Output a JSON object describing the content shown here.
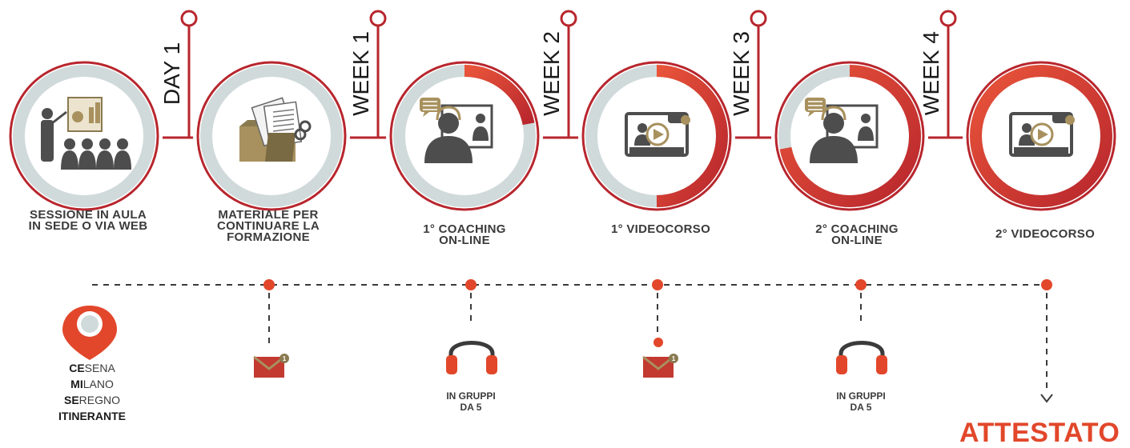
{
  "colors": {
    "accent_red": "#e2472b",
    "dark_red": "#b8262d",
    "grey_ring": "#d1dadb",
    "dark_grey": "#4d4d4d",
    "gold": "#a8915e"
  },
  "steps": [
    {
      "label_lines": [
        "SESSIONE IN AULA",
        "IN SEDE O VIA WEB"
      ],
      "progress": 0,
      "icon": "classroom-presentation-icon"
    },
    {
      "label_lines": [
        "MATERIALE PER",
        "CONTINUARE LA",
        "FORMAZIONE"
      ],
      "progress": 0,
      "icon": "folder-documents-icon"
    },
    {
      "label_lines": [
        "1° COACHING",
        "ON-LINE"
      ],
      "progress": 0.22,
      "icon": "coaching-headset-icon"
    },
    {
      "label_lines": [
        "1° VIDEOCORSO"
      ],
      "progress": 0.5,
      "icon": "video-player-icon"
    },
    {
      "label_lines": [
        "2° COACHING",
        "ON-LINE"
      ],
      "progress": 0.72,
      "icon": "coaching-headset-icon"
    },
    {
      "label_lines": [
        "2° VIDEOCORSO"
      ],
      "progress": 1,
      "icon": "video-player-icon"
    }
  ],
  "milestones": [
    "DAY 1",
    "WEEK 1",
    "WEEK 2",
    "WEEK 3",
    "WEEK 4"
  ],
  "locations": {
    "items": [
      {
        "bold": "CE",
        "rest": "SENA"
      },
      {
        "bold": "MI",
        "rest": "LANO"
      },
      {
        "bold": "SE",
        "rest": "REGNO"
      },
      {
        "bold": "ITINERANTE",
        "rest": ""
      }
    ]
  },
  "groups": {
    "first": [
      "IN GRUPPI",
      "DA 5"
    ],
    "second": [
      "IN GRUPPI",
      "DA 5"
    ]
  },
  "final": {
    "label": "ATTESTATO"
  }
}
